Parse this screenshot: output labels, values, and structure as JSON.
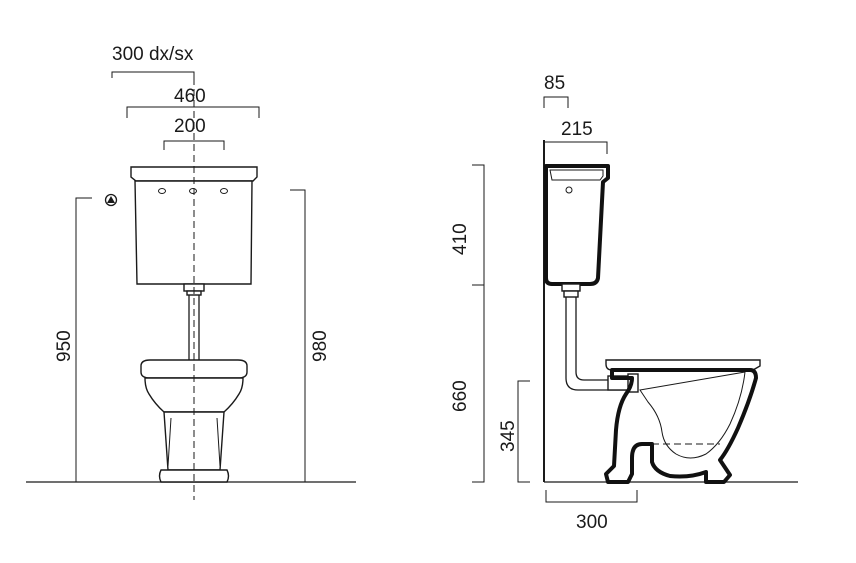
{
  "diagram": {
    "front_view": {
      "width_label": "300 dx/sx",
      "tank_width_label": "460",
      "inner_width_label": "200",
      "left_height_label": "950",
      "right_height_label": "980"
    },
    "side_view": {
      "depth_top_label": "85",
      "tank_depth_label": "215",
      "tank_height_label": "410",
      "total_height_label": "660",
      "seat_height_label": "345",
      "outlet_label": "300"
    }
  }
}
